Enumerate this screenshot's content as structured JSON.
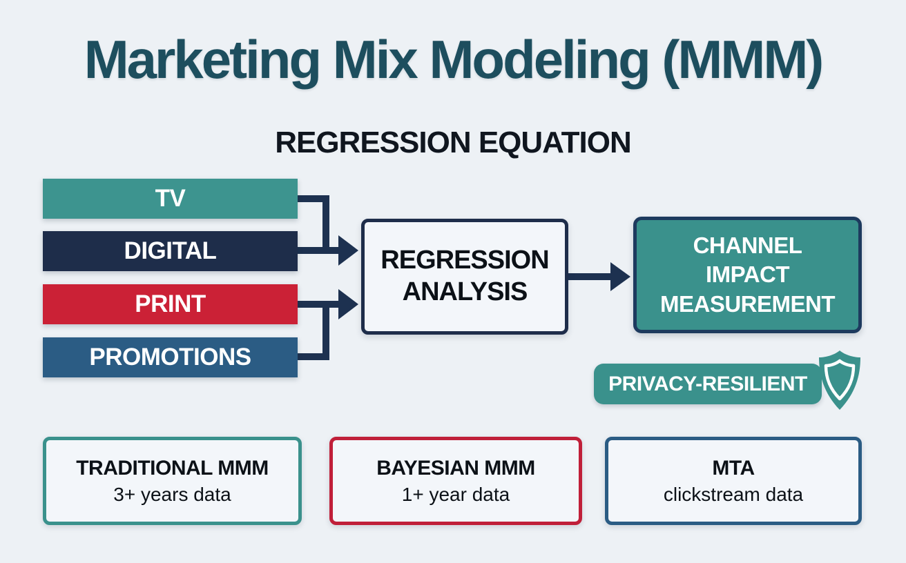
{
  "header": {
    "title": "Marketing Mix Modeling (MMM)",
    "subtitle": "REGRESSION EQUATION"
  },
  "channels": [
    {
      "label": "TV",
      "color": "#3d948f"
    },
    {
      "label": "DIGITAL",
      "color": "#1e2d4a"
    },
    {
      "label": "PRINT",
      "color": "#cb2136"
    },
    {
      "label": "PROMOTIONS",
      "color": "#2b5c84"
    }
  ],
  "regression_box": {
    "line1": "REGRESSION",
    "line2": "ANALYSIS"
  },
  "impact_box": {
    "line1": "CHANNEL",
    "line2": "IMPACT",
    "line3": "MEASUREMENT",
    "bg": "#3a918c",
    "border": "#1d3a5e"
  },
  "privacy_badge": {
    "label": "PRIVACY-RESILIENT",
    "icon": "shield-icon",
    "bg": "#3a918c"
  },
  "approaches": [
    {
      "title": "TRADITIONAL MMM",
      "detail": "3+ years data",
      "border_color": "#3a918c"
    },
    {
      "title": "BAYESIAN MMM",
      "detail": "1+ year data",
      "border_color": "#c01f39"
    },
    {
      "title": "MTA",
      "detail": "clickstream data",
      "border_color": "#2b5c84"
    }
  ],
  "colors": {
    "background": "#edf1f5",
    "title_text": "#1d4e5e",
    "subtitle_text": "#10161f",
    "arrow": "#1d3150",
    "box_fill": "#f3f6fa",
    "teal": "#3a918c",
    "navy": "#1e2d4a"
  }
}
